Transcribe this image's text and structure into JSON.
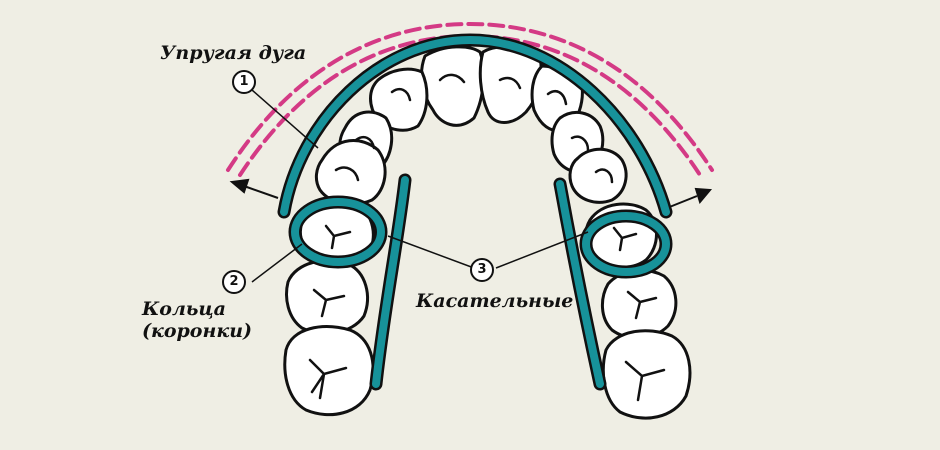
{
  "labels": {
    "arch": "Упругая дуга",
    "rings_line1": "Кольца",
    "rings_line2": "(коронки)",
    "tangents": "Касательные"
  },
  "markers": {
    "arch": "1",
    "rings": "2",
    "tangents": "3"
  },
  "colors": {
    "background": "#efeee4",
    "appliance": "#17929a",
    "expansion_arrows": "#d43a85",
    "outline": "#111111",
    "tooth_fill": "#ffffff"
  }
}
